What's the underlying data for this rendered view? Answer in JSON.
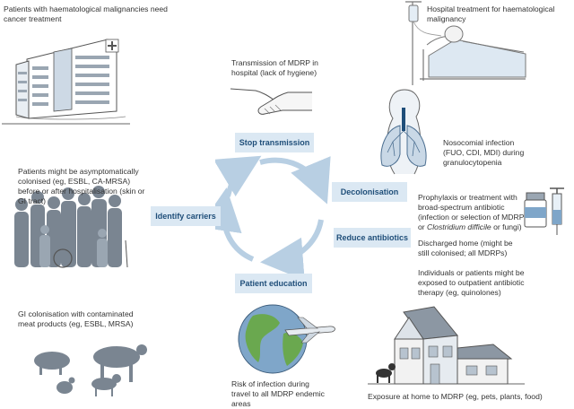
{
  "actions": {
    "stop_transmission": "Stop transmission",
    "decolonisation": "Decolonisation",
    "reduce_antibiotics": "Reduce antibiotics",
    "patient_education": "Patient education",
    "identify_carriers": "Identify carriers"
  },
  "captions": {
    "cancer_treatment": "Patients with haematological malignancies need cancer treatment",
    "hospital_treatment": "Hospital treatment for haematological malignancy",
    "transmission": "Transmission of MDRP in hospital (lack of hygiene)",
    "nosocomial": "Nosocomial infection (FUO, CDI, MDI) during granulocytopenia",
    "prophylaxis_1": "Prophylaxis or treatment  with broad-spectrum antibiotic (infection or selection of MDRP or",
    "prophylaxis_italic": "Clostridium difficile",
    "prophylaxis_2": "or fungi)",
    "discharged": "Discharged home (might be still colonised; all MDRPs)",
    "outpatient": "Individuals or patients might be exposed to outpatient antibiotic therapy (eg, quinolones)",
    "asymptomatic": "Patients might be asymptomatically colonised (eg, ESBL, CA-MRSA) before or after hospitalisation (skin or GI tract)",
    "gi_colonisation": "GI colonisation with contaminated meat products (eg, ESBL, MRSA)",
    "travel": "Risk of infection during travel to all MDRP endemic areas",
    "exposure_home": "Exposure at  home to MDRP (eg, pets, plants, food)"
  },
  "colors": {
    "box_fill": "#dbe8f3",
    "box_text": "#1f4e79",
    "cycle_arrow": "#b8cfe3",
    "figure_grey": "#7a8591",
    "globe_green": "#6aa84f",
    "globe_blue": "#7fa6c9"
  },
  "icons": [
    "hospital-building-icon",
    "hospital-bed-patient-icon",
    "handshake-icon",
    "lungs-icon",
    "medicine-bottle-icon",
    "syringe-icon",
    "crowd-icon",
    "livestock-icon",
    "globe-airplane-icon",
    "house-dog-icon"
  ]
}
